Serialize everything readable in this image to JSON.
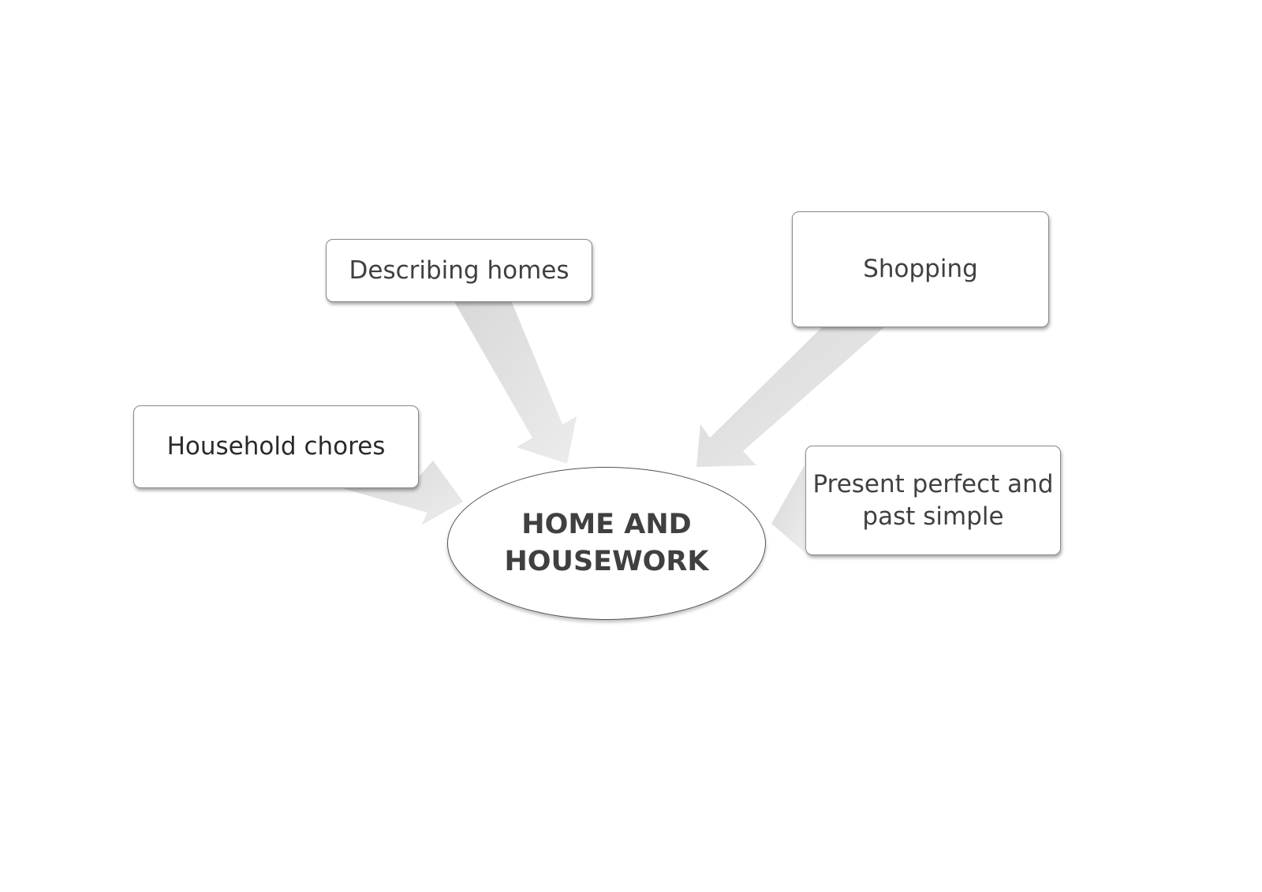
{
  "diagram": {
    "center": {
      "line1": "HOME AND",
      "line2": "HOUSEWORK"
    },
    "nodes": {
      "household_chores": "Household chores",
      "describing_homes": "Describing homes",
      "shopping": "Shopping",
      "present_perfect": {
        "line1": "Present perfect and",
        "line2": "past simple"
      }
    },
    "colors": {
      "arrow_fill": "#e2e2e2",
      "box_border": "#8a8a8a",
      "text": "#404040",
      "background": "#ffffff"
    }
  }
}
